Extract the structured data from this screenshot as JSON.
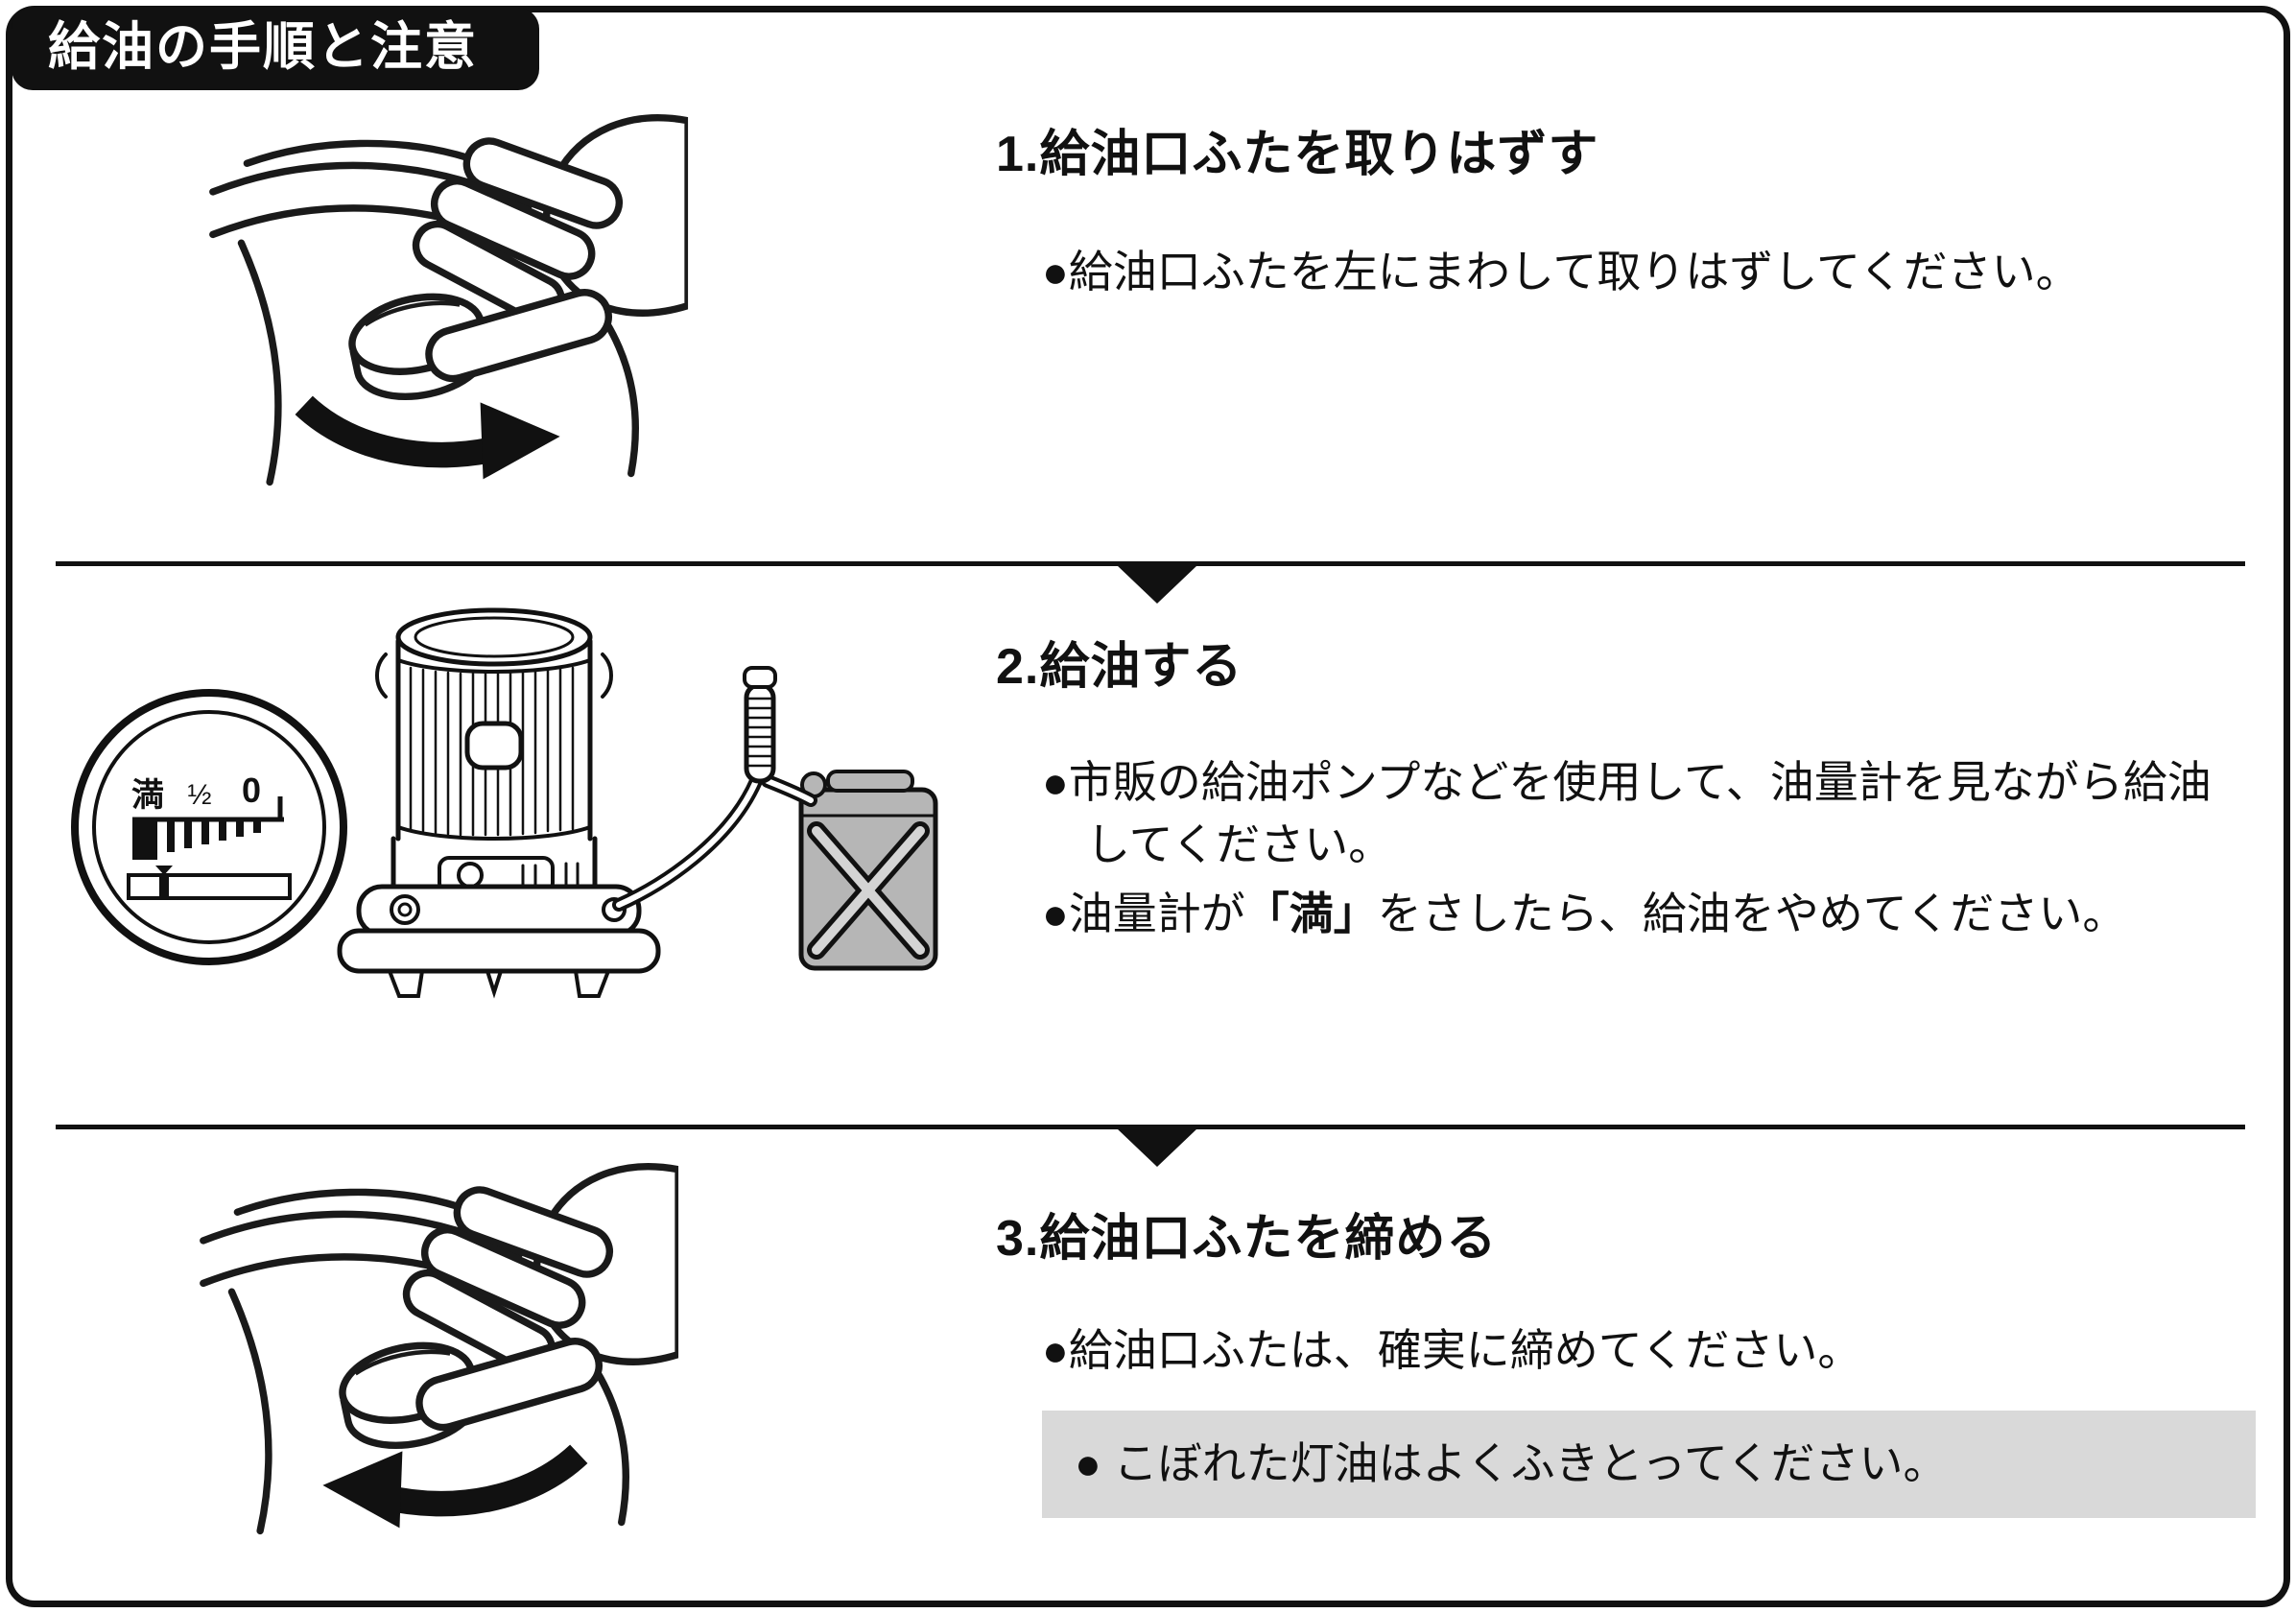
{
  "page": {
    "header": "給油の手順と注意"
  },
  "steps": [
    {
      "title": "1.給油口ふたを取りはずす",
      "bullet1": "●給油口ふたを左にまわして取りはずしてください。"
    },
    {
      "title": "2.給油する",
      "bullet1": "●市販の給油ポンプなどを使用して、油量計を見ながら給油してください。",
      "bullet2_prefix": "●油量計が",
      "bullet2_bold": "「満」",
      "bullet2_suffix": "をさしたら、給油をやめてください。"
    },
    {
      "title": "3.給油口ふたを締める",
      "bullet1": "●給油口ふたは、確実に締めてください。",
      "note": "● こぼれた灯油はよくふきとってください。"
    }
  ],
  "gauge": {
    "full": "満",
    "half": "½",
    "zero": "0"
  }
}
